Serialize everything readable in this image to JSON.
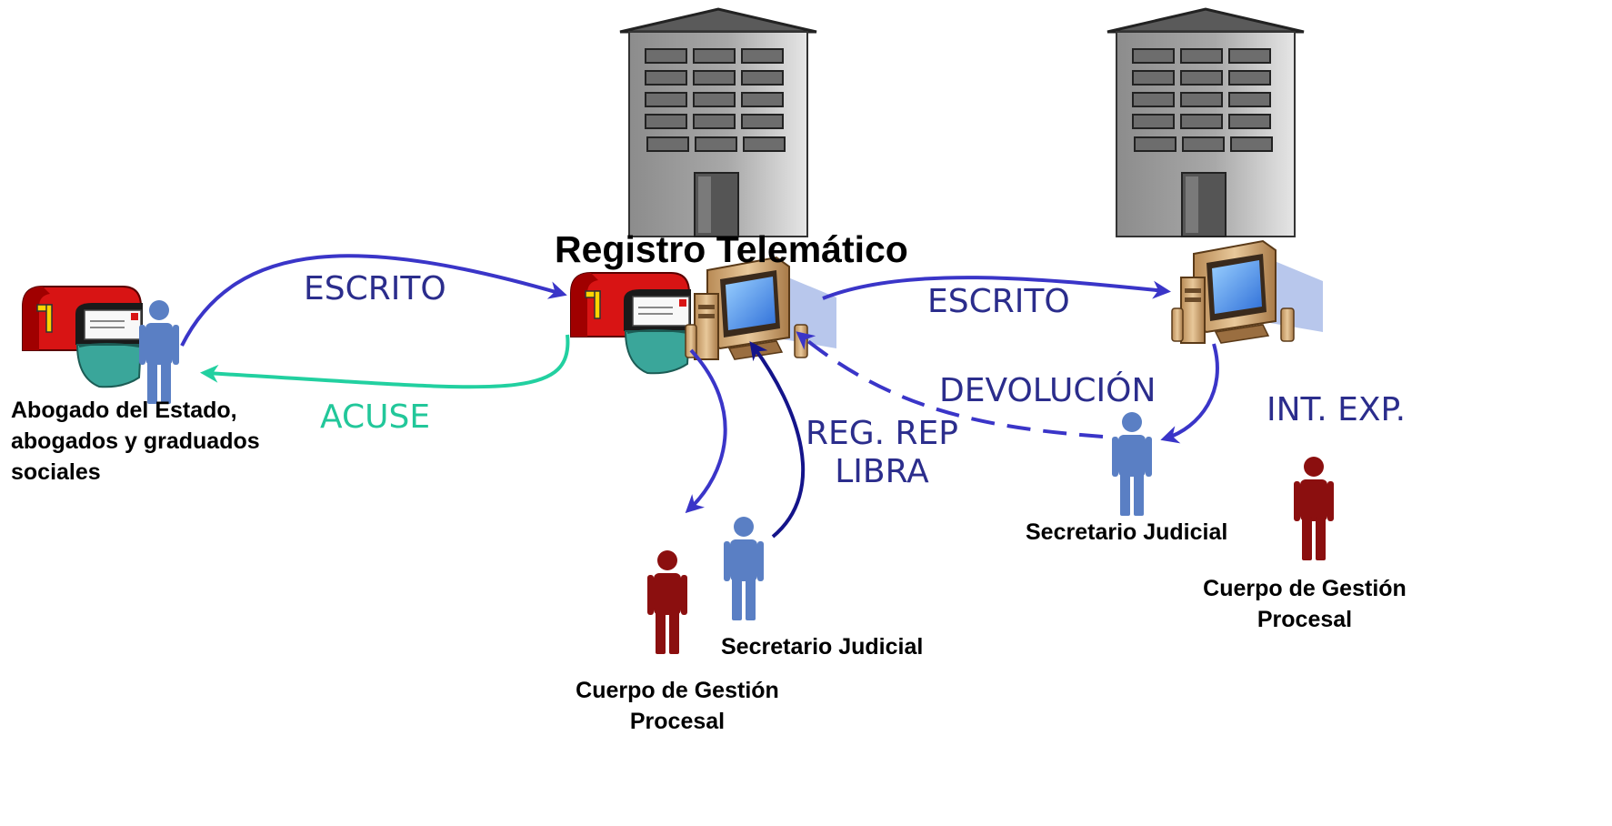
{
  "title": "Registro Telemático",
  "actors": {
    "abogado": [
      "Abogado del Estado,",
      "abogados y graduados",
      "sociales"
    ],
    "secretario_left": "Secretario Judicial",
    "cuerpo_left": [
      "Cuerpo de Gestión",
      "Procesal"
    ],
    "secretario_right": "Secretario Judicial",
    "cuerpo_right": [
      "Cuerpo de Gestión",
      "Procesal"
    ]
  },
  "flows": {
    "escrito_left": "ESCRITO",
    "acuse": "ACUSE",
    "escrito_right": "ESCRITO",
    "devolucion": "DEVOLUCIÓN",
    "reg_rep": [
      "REG. REP",
      "LIBRA"
    ],
    "int_exp": "INT. EXP."
  },
  "colors": {
    "flow_text": "#2b2d8c",
    "acuse_text": "#22c79a",
    "arrow_blue": "#3a35c8",
    "arrow_dark": "#14148a",
    "arrow_green": "#22d0a0",
    "person_blue": "#5a7fc4",
    "person_red": "#8b0f0f"
  },
  "icons": [
    "building-icon",
    "mailbox-icon",
    "computer-icon",
    "person-icon"
  ]
}
